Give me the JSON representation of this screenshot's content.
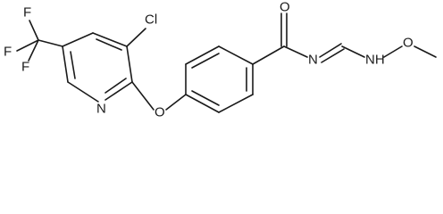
{
  "molecule": {
    "atoms": {
      "F_top": "F",
      "F_left": "F",
      "F_bottom": "F",
      "Cl": "Cl",
      "N_pyridine": "N",
      "O_ether": "O",
      "O_carbonyl": "O",
      "N_imine": "N",
      "NH": "NH",
      "O_methoxy": "O"
    }
  }
}
